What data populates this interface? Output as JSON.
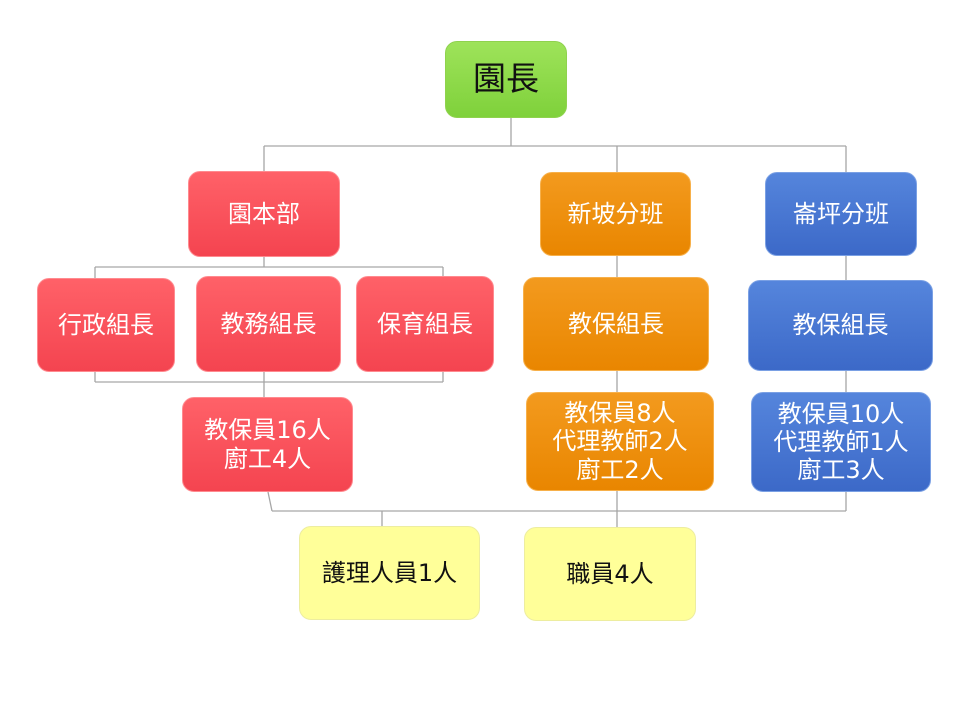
{
  "org_chart": {
    "root": {
      "label": "園長"
    },
    "branches": [
      {
        "label": "園本部"
      },
      {
        "label": "新坡分班"
      },
      {
        "label": "崙坪分班"
      }
    ],
    "leaders": [
      {
        "label": "行政組長"
      },
      {
        "label": "教務組長"
      },
      {
        "label": "保育組長"
      },
      {
        "label": "教保組長"
      },
      {
        "label": "教保組長"
      }
    ],
    "staff": [
      {
        "lines": [
          "教保員16人",
          "廚工4人"
        ]
      },
      {
        "lines": [
          "教保員8人",
          "代理教師2人",
          "廚工2人"
        ]
      },
      {
        "lines": [
          "教保員10人",
          "代理教師1人",
          "廚工3人"
        ]
      }
    ],
    "shared": [
      {
        "label": "護理人員1人"
      },
      {
        "label": "職員4人"
      }
    ]
  },
  "colors": {
    "root": "#7fd13b",
    "main_campus": "#f44450",
    "xinpo": "#e98600",
    "lunping": "#3c69c8",
    "shared": "#ffff99",
    "connector": "#a6a6a6"
  }
}
